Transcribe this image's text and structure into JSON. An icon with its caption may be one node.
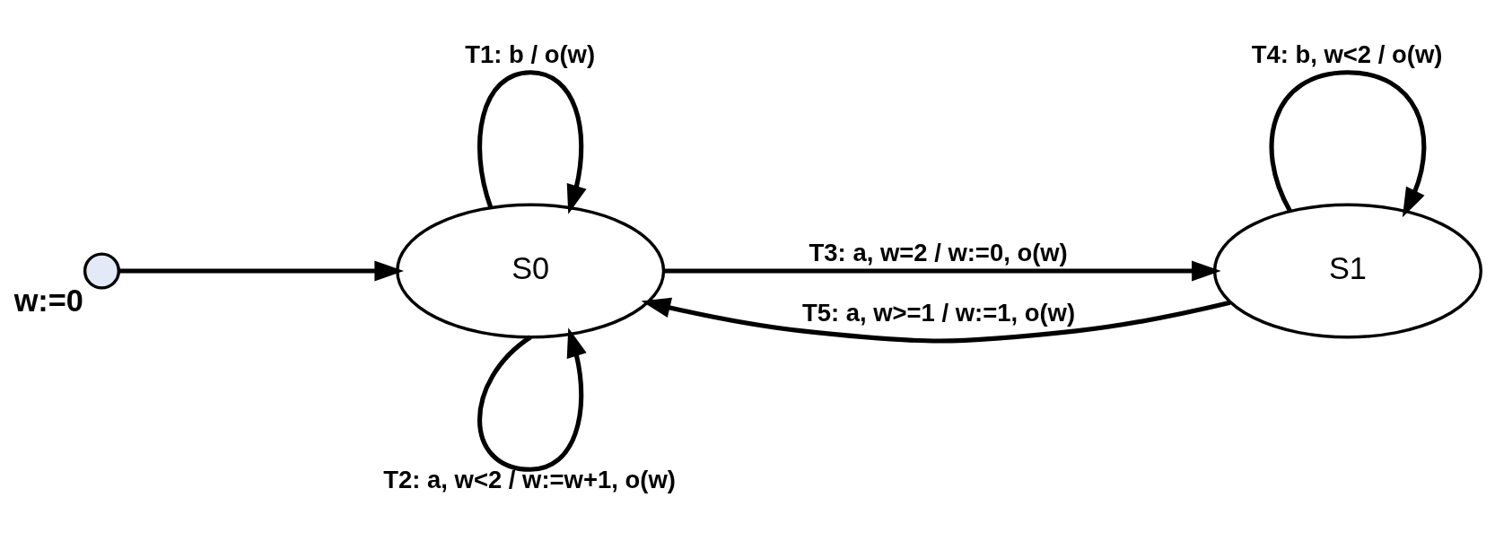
{
  "diagram": {
    "nodes": [
      {
        "text": [],
        "shape": "circle",
        "beside": [
          "w:=0"
        ]
      },
      {
        "text": [
          "S0"
        ]
      },
      {
        "text": [
          "S1"
        ]
      }
    ],
    "edges": [
      {
        "from": 0,
        "to": 1,
        "arrow": "to"
      },
      {
        "from": 1,
        "to": 1,
        "arrow": "to",
        "label": "T1: b / o(w)"
      },
      {
        "from": 1,
        "to": 1,
        "arrow": "to",
        "label": "T2: a, w<2 / w:=w+1, o(w)"
      },
      {
        "from": 1,
        "to": 2,
        "arrow": "to",
        "label": "T3: a, w=2 / w:=0, o(w)"
      },
      {
        "from": 2,
        "to": 2,
        "arrow": "to",
        "label": "T4: b, w<2 / o(w)"
      },
      {
        "from": 2,
        "to": 1,
        "arrow": "to",
        "label": "T5: a, w>=1 / w:=1, o(w)"
      }
    ]
  }
}
